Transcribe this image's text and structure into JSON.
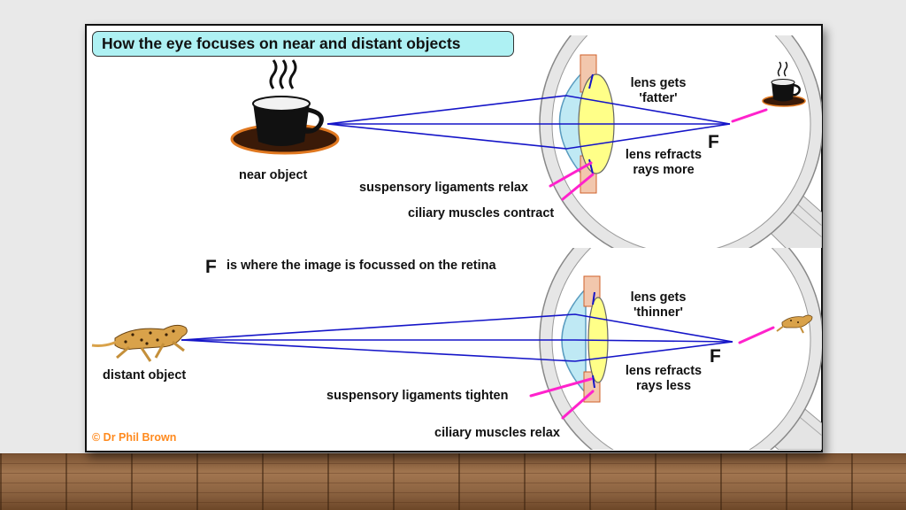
{
  "title": "How the eye focuses on near and distant objects",
  "near": {
    "object_label": "near object",
    "lens_gets": "lens gets",
    "lens_state": "'fatter'",
    "refract_1": "lens refracts",
    "refract_2": "rays more",
    "ligaments": "suspensory ligaments relax",
    "muscles": "ciliary muscles contract",
    "focus_letter": "F"
  },
  "focus_note": {
    "letter": "F",
    "text": "is where the image is focussed on the retina"
  },
  "far": {
    "object_label": "distant object",
    "lens_gets": "lens gets",
    "lens_state": "'thinner'",
    "refract_1": "lens refracts",
    "refract_2": "rays less",
    "ligaments": "suspensory ligaments tighten",
    "muscles": "ciliary muscles relax",
    "focus_letter": "F"
  },
  "credit": "© Dr Phil Brown",
  "colors": {
    "ray": "#1515c8",
    "pointer": "#ff22cc",
    "lens": "#ffff88",
    "cornea_fluid": "#bfe9f4",
    "title_bg": "#aef1f3",
    "credit": "#ff8a1e"
  },
  "icons": [
    "coffee-cup-icon",
    "cheetah-icon"
  ]
}
